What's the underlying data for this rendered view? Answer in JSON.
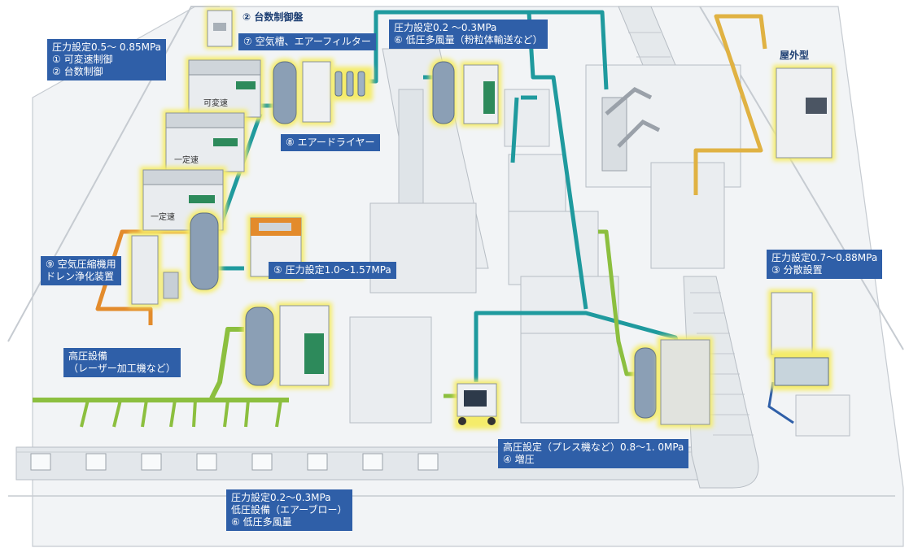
{
  "labels": {
    "top_left": {
      "line1": "圧力設定0.5～ 0.85MPa",
      "line2": "① 可変速制御",
      "line3": "② 台数制御"
    },
    "control_panel": "② 台数制御盤",
    "tank_filter": "⑦ 空気槽、エアーフィルター",
    "low_pressure_top": {
      "line1": "圧力設定0.2 ～0.3MPa",
      "line2": "⑥ 低圧多風量（粉粒体輸送など）"
    },
    "outdoor": "屋外型",
    "dryer": "⑧ エアードライヤー",
    "drain": {
      "line1": "⑨ 空気圧縮機用",
      "line2": "ドレン浄化装置"
    },
    "high_pressure_set": "⑤ 圧力設定1.0～1.57MPa",
    "dispersed": {
      "line1": "圧力設定0.7～0.88MPa",
      "line2": "③ 分散設置"
    },
    "laser": {
      "line1": "高圧設備",
      "line2": "（レーザー加工機など）"
    },
    "press": {
      "line1": "高圧設定（プレス機など）0.8～1. 0MPa",
      "line2": "④ 増圧"
    },
    "low_pressure_bottom": {
      "line1": "圧力設定0.2～0.3MPa",
      "line2": "低圧設備（エアーブロー）",
      "line3": "⑥ 低圧多風量"
    }
  },
  "machine_text": {
    "variable": "可変速",
    "fixed1": "一定速",
    "fixed2": "一定速"
  },
  "colors": {
    "label_bg": "#2f5fa8",
    "teal_pipe": "#1f9a9e",
    "orange_pipe": "#e38b2c",
    "green_pipe": "#8cbf3f",
    "yellow_pipe": "#e0b243",
    "glow": "#f5ec6a"
  }
}
